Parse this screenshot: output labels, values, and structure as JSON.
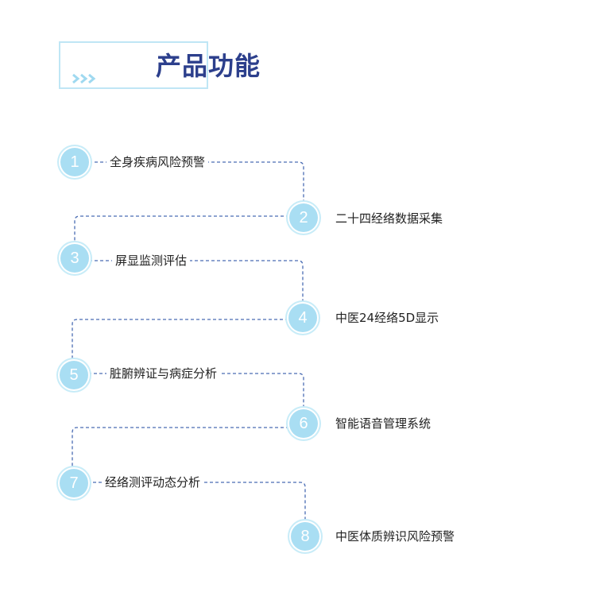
{
  "title": "产品功能",
  "accent_color": "#2c3f8c",
  "badge_color": "#a9def3",
  "line_color": "#4a6cb3",
  "title_icon": "chevron-arrows-icon",
  "steps": [
    {
      "number": "1",
      "label": "全身疾病风险预警"
    },
    {
      "number": "2",
      "label": "二十四经络数据采集"
    },
    {
      "number": "3",
      "label": "屏显监测评估"
    },
    {
      "number": "4",
      "label": "中医24经络5D显示"
    },
    {
      "number": "5",
      "label": "脏腑辨证与病症分析"
    },
    {
      "number": "6",
      "label": "智能语音管理系统"
    },
    {
      "number": "7",
      "label": "经络测评动态分析"
    },
    {
      "number": "8",
      "label": "中医体质辨识风险预警"
    }
  ]
}
